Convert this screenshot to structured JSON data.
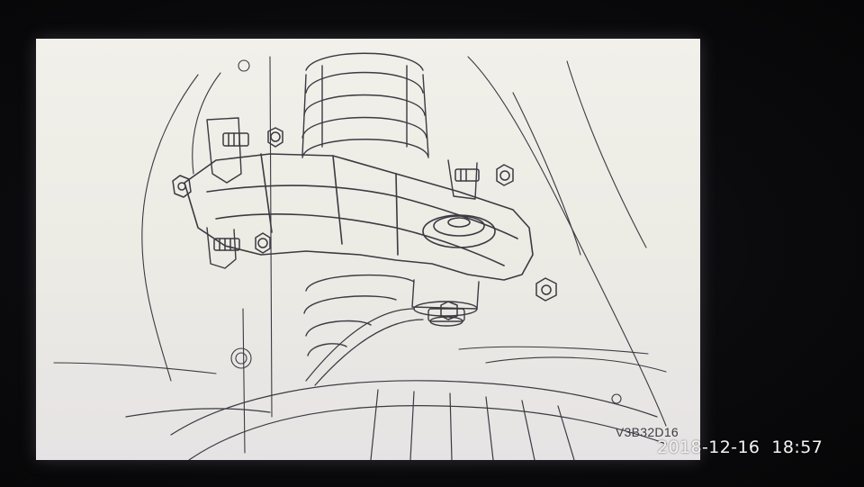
{
  "illustration": {
    "subject": "suspension-strut-upper-mount-diagram",
    "figure_code": "V3B32D16"
  },
  "photo_stamp": {
    "date": "2018-12-16",
    "time": "18:57"
  },
  "colors": {
    "screen_background": "#ecebe4",
    "line_art": "#3a3a42",
    "surround": "#0b0b0d",
    "stamp_text": "#f4f4f4"
  }
}
